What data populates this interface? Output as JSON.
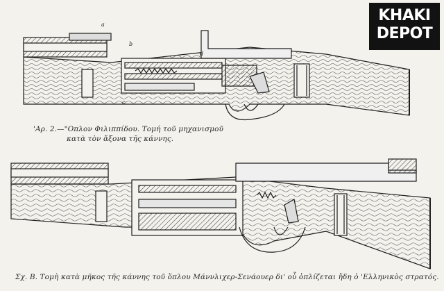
{
  "logo": {
    "line1": "KHAKI",
    "line2": "DEPOT"
  },
  "figure1": {
    "caption_line1": "'Αρ. 2.—\"Οπλον Φιλιππίδου. Τομή τοῦ μηχανισμοῦ",
    "caption_line2": "κατὰ τὸν ἄξονα τῆς κάννης."
  },
  "figure2": {
    "caption": "Σχ. Β. Τομὴ κατὰ μῆκος τῆς κάννης τοῦ ὅπλου Μάννλιχερ-Σενάουερ δι' οὗ ὁπλίζεται ἤδη ὁ 'Ελληνικὸς στρατός."
  },
  "colors": {
    "ink": "#1e1e1e",
    "paper": "#f4f2ec",
    "logo_bg": "#121212"
  }
}
